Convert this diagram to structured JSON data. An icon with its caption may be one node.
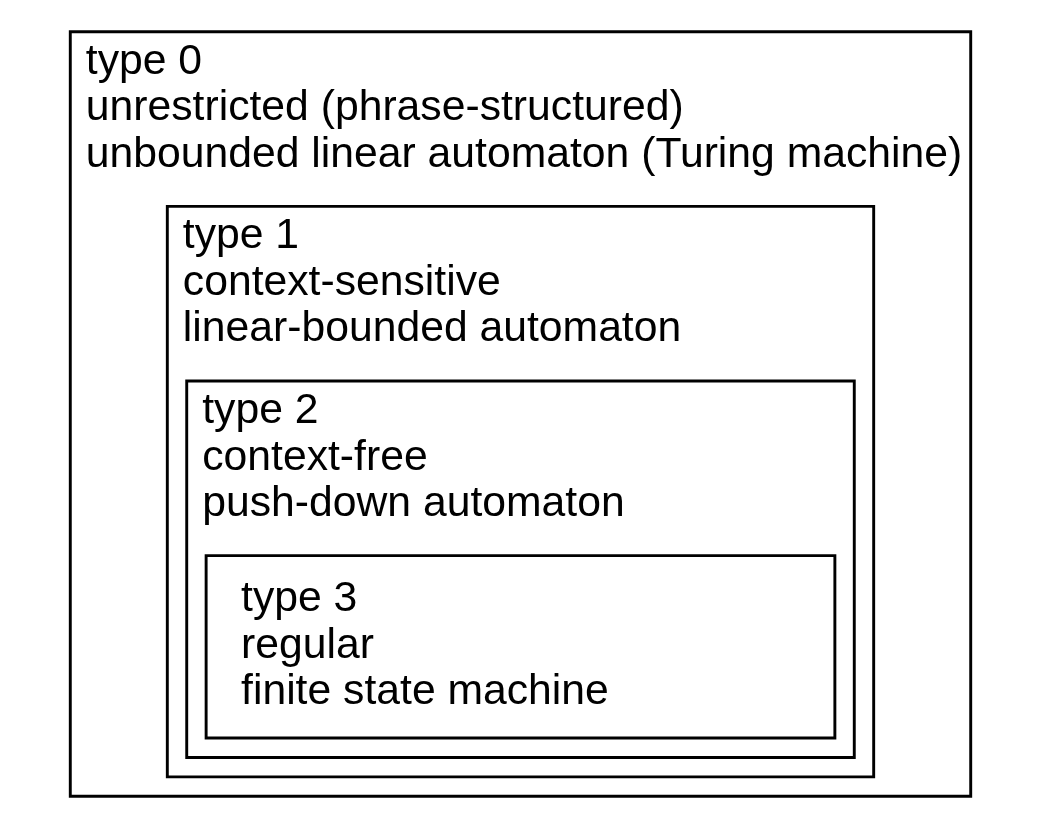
{
  "diagram": {
    "nodes": [
      {
        "text": [
          "type 0",
          "unrestricted (phrase-structured)",
          "unbounded linear automaton (Turing machine)"
        ]
      },
      {
        "text": [
          "type 1",
          "context-sensitive",
          "linear-bounded automaton"
        ],
        "in": 0
      },
      {
        "text": [
          "type 2",
          "context-free",
          "push-down automaton"
        ],
        "in": 1
      },
      {
        "text": [
          "type 3",
          "regular",
          "finite state machine"
        ],
        "in": 2
      }
    ],
    "edges": []
  }
}
